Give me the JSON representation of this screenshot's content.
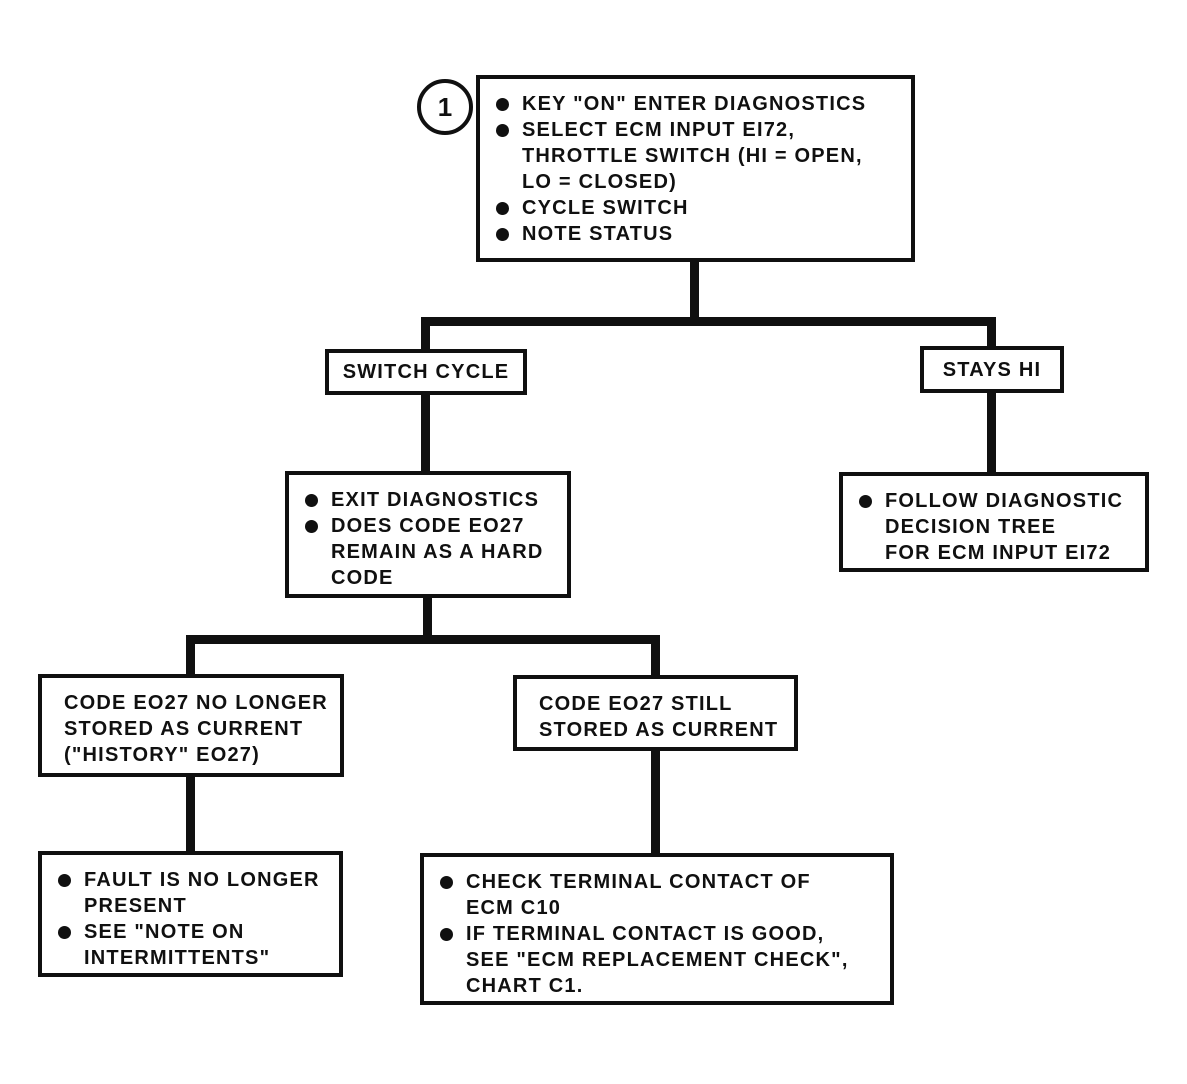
{
  "colors": {
    "paper": "#ffffff",
    "ink": "#101010"
  },
  "flowchart": {
    "step_badge": "1",
    "nodes": {
      "start": {
        "items": [
          "KEY \"ON\" ENTER DIAGNOSTICS",
          "SELECT ECM INPUT EI72,\nTHROTTLE SWITCH (HI = OPEN,\nLO = CLOSED)",
          "CYCLE SWITCH",
          "NOTE STATUS"
        ]
      },
      "switch_cycle": {
        "label": "SWITCH CYCLE"
      },
      "stays_hi": {
        "label": "STAYS HI"
      },
      "exit_diagnostics": {
        "items": [
          "EXIT DIAGNOSTICS",
          "DOES CODE EO27\nREMAIN AS A HARD\nCODE"
        ]
      },
      "follow_tree": {
        "items": [
          "FOLLOW DIAGNOSTIC\nDECISION TREE\nFOR ECM INPUT EI72"
        ]
      },
      "code_history": {
        "text": "CODE EO27 NO LONGER\nSTORED AS CURRENT\n(\"HISTORY\" EO27)"
      },
      "code_current": {
        "text": "CODE EO27 STILL\nSTORED AS CURRENT"
      },
      "fault_gone": {
        "items": [
          "FAULT IS NO LONGER\nPRESENT",
          "SEE \"NOTE ON\nINTERMITTENTS\""
        ]
      },
      "check_terminal": {
        "items": [
          "CHECK TERMINAL CONTACT OF\nECM C10",
          "IF TERMINAL CONTACT IS GOOD,\nSEE \"ECM REPLACEMENT CHECK\",\nCHART C1."
        ]
      }
    }
  }
}
